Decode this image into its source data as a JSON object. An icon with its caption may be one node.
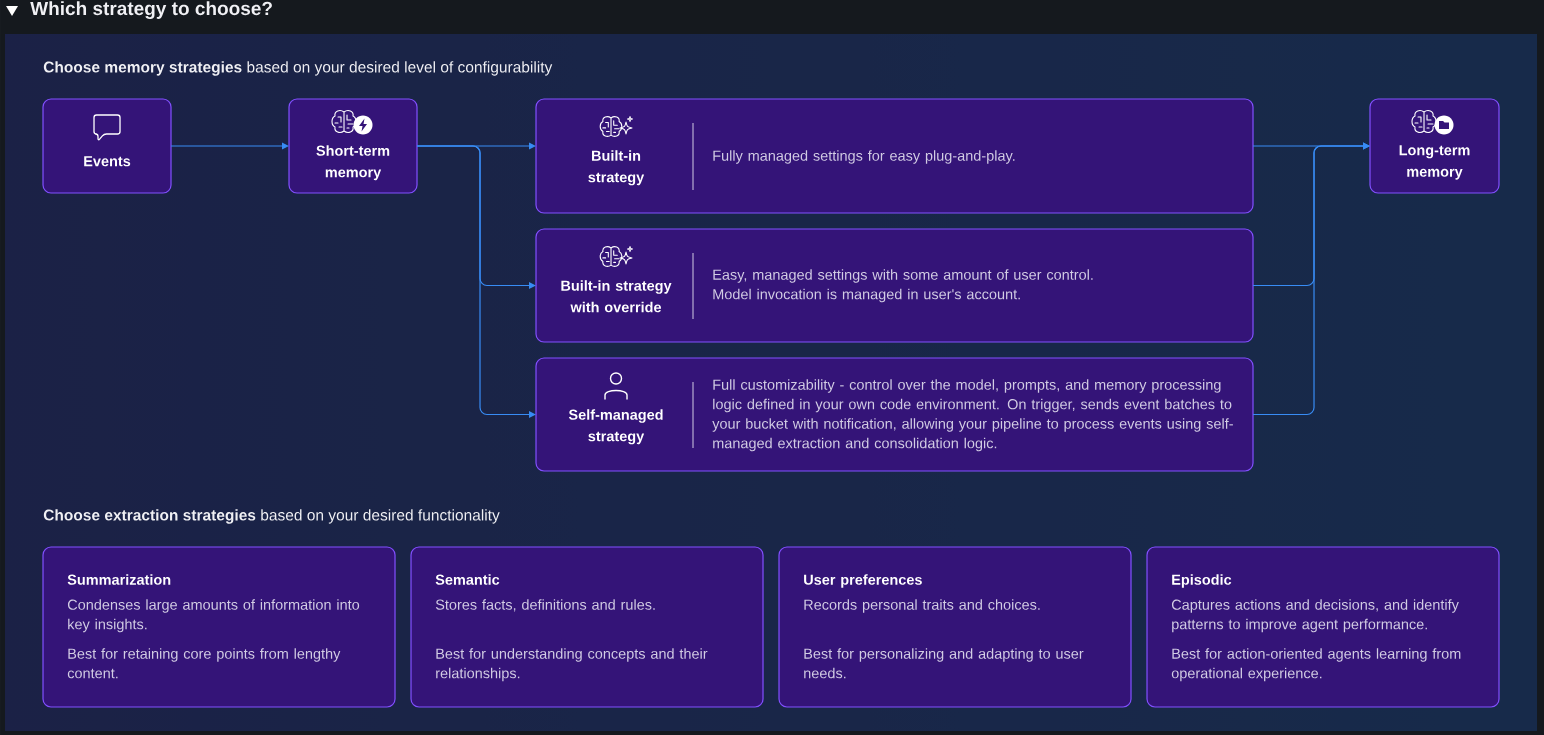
{
  "diagram": {
    "title": "Which strategy to choose?",
    "nodes": [
      {
        "text": [
          "Events"
        ]
      },
      {
        "text": [
          "Short-term memory"
        ]
      },
      {
        "text": [
          "Built-in strategy",
          "Fully managed settings for easy plug-and-play."
        ]
      },
      {
        "text": [
          "Built-in strategy with override",
          "Easy, managed settings with some amount of user control. Model invocation is managed in user's account."
        ]
      },
      {
        "text": [
          "Self-managed strategy",
          "Full customizability - control over the model, prompts, and memory processing logic defined in your own code environment. On trigger, sends event batches to your bucket with notification, allowing your pipeline to process events using self-managed extraction and consolidation logic."
        ]
      },
      {
        "text": [
          "Long-term memory"
        ]
      },
      {
        "text": [
          "Summarization",
          "Condenses large amounts of information into key insights.",
          "Best for retaining core points from lengthy content."
        ]
      },
      {
        "text": [
          "Semantic",
          "Stores facts, definitions and rules.",
          "Best for understanding concepts and their relationships."
        ]
      },
      {
        "text": [
          "User preferences",
          "Records personal traits and choices.",
          "Best for personalizing and adapting to user needs."
        ]
      },
      {
        "text": [
          "Episodic",
          "Captures actions and decisions, and identify patterns to improve agent performance.",
          "Best for action-oriented agents learning from operational experience."
        ]
      }
    ],
    "edges": [
      {
        "from": 0,
        "to": 1,
        "arrow": "to"
      },
      {
        "from": 1,
        "to": 2,
        "arrow": "to"
      },
      {
        "from": 1,
        "to": 3,
        "arrow": "to"
      },
      {
        "from": 1,
        "to": 4,
        "arrow": "to"
      },
      {
        "from": 2,
        "to": 5,
        "arrow": "to"
      },
      {
        "from": 3,
        "to": 5,
        "arrow": "to"
      },
      {
        "from": 4,
        "to": 5,
        "arrow": "to"
      }
    ],
    "labels": [
      "**Choose memory strategies** based on your desired level of configurability",
      "**Choose extraction strategies** based on your desired functionality"
    ]
  }
}
